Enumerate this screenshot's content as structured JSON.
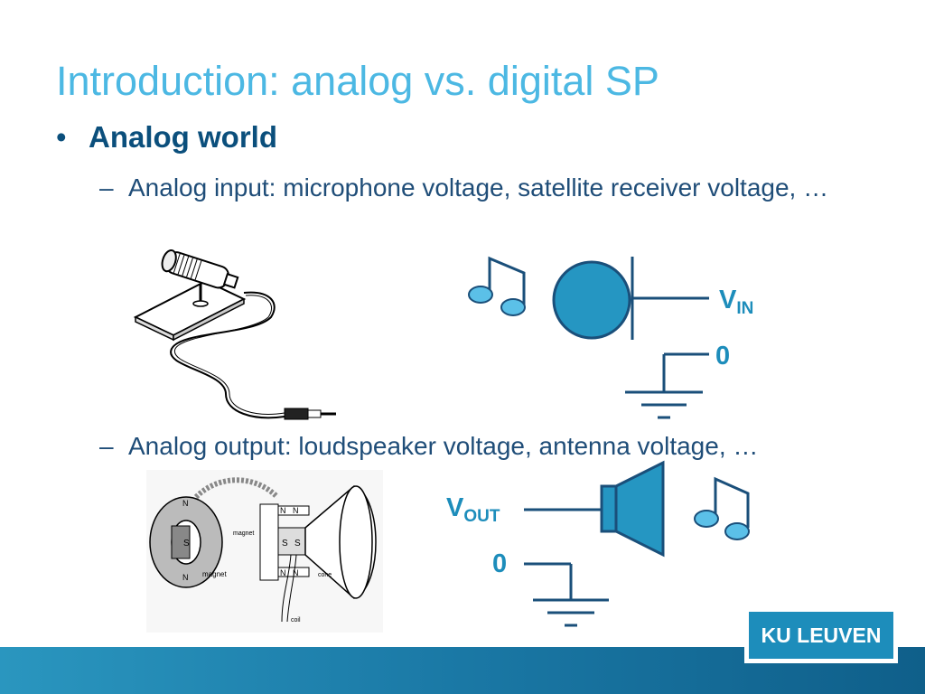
{
  "slide": {
    "title": "Introduction: analog vs. digital SP",
    "bullet": {
      "marker": "•",
      "text": "Analog world"
    },
    "sub_bullets": [
      {
        "marker": "–",
        "text": "Analog input: microphone voltage, satellite receiver voltage, …"
      },
      {
        "marker": "–",
        "text": "Analog output: loudspeaker voltage, antenna voltage, …"
      }
    ]
  },
  "input_circuit": {
    "signal_label": "V",
    "signal_subscript": "IN",
    "ground_label": "0"
  },
  "output_circuit": {
    "signal_label": "V",
    "signal_subscript": "OUT",
    "ground_label": "0"
  },
  "speaker_diagram": {
    "pole_n": "N",
    "pole_s": "S",
    "magnet_label": "magnet",
    "cone_label": "cone",
    "coil_label": "coil"
  },
  "logo": {
    "text": "KU LEUVEN"
  },
  "colors": {
    "title": "#4cb8e3",
    "heading": "#0b4f7c",
    "accent": "#1d8dbb",
    "note_fill": "#5bc0e8",
    "circle_fill": "#2596c2"
  }
}
